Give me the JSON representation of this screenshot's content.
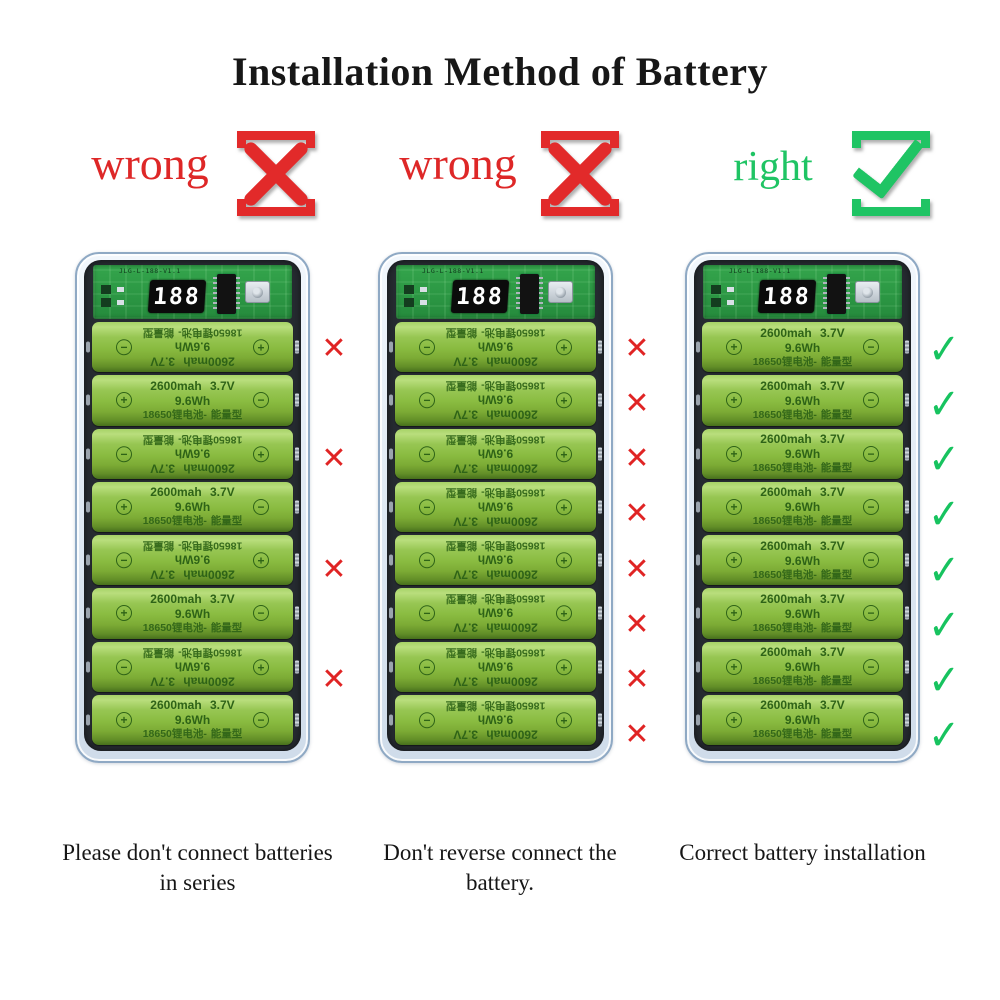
{
  "title": "Installation Method of Battery",
  "verdicts": [
    {
      "label": "wrong",
      "mark": "x"
    },
    {
      "label": "wrong",
      "mark": "x"
    },
    {
      "label": "right",
      "mark": "check"
    }
  ],
  "pcb": {
    "display_value": "188",
    "silkscreen": "JLG-L-188-V1.1"
  },
  "battery_label": {
    "line1": "2600mah 3.7V 9.6Wh",
    "line2": "18650锂电池- 能量型",
    "positive": "+",
    "negative": "−"
  },
  "mark_glyphs": {
    "x": "✕",
    "check": "✓"
  },
  "packs": [
    {
      "caption": "Please don't connect batteries in series",
      "rows": [
        {
          "orientation": "flipped",
          "mark": "x"
        },
        {
          "orientation": "normal",
          "mark": ""
        },
        {
          "orientation": "flipped",
          "mark": "x"
        },
        {
          "orientation": "normal",
          "mark": ""
        },
        {
          "orientation": "flipped",
          "mark": "x"
        },
        {
          "orientation": "normal",
          "mark": ""
        },
        {
          "orientation": "flipped",
          "mark": "x"
        },
        {
          "orientation": "normal",
          "mark": ""
        }
      ]
    },
    {
      "caption": "Don't reverse connect the battery.",
      "rows": [
        {
          "orientation": "flipped",
          "mark": "x"
        },
        {
          "orientation": "flipped",
          "mark": "x"
        },
        {
          "orientation": "flipped",
          "mark": "x"
        },
        {
          "orientation": "flipped",
          "mark": "x"
        },
        {
          "orientation": "flipped",
          "mark": "x"
        },
        {
          "orientation": "flipped",
          "mark": "x"
        },
        {
          "orientation": "flipped",
          "mark": "x"
        },
        {
          "orientation": "flipped",
          "mark": "x"
        }
      ]
    },
    {
      "caption": "Correct battery installation",
      "rows": [
        {
          "orientation": "normal",
          "mark": "check"
        },
        {
          "orientation": "normal",
          "mark": "check"
        },
        {
          "orientation": "normal",
          "mark": "check"
        },
        {
          "orientation": "normal",
          "mark": "check"
        },
        {
          "orientation": "normal",
          "mark": "check"
        },
        {
          "orientation": "normal",
          "mark": "check"
        },
        {
          "orientation": "normal",
          "mark": "check"
        },
        {
          "orientation": "normal",
          "mark": "check"
        }
      ]
    }
  ],
  "colors": {
    "wrong_red": "#e22a2a",
    "right_green": "#1fc464",
    "battery_green": "#8abc41",
    "pcb_green": "#2b9643",
    "text_black": "#161616"
  }
}
